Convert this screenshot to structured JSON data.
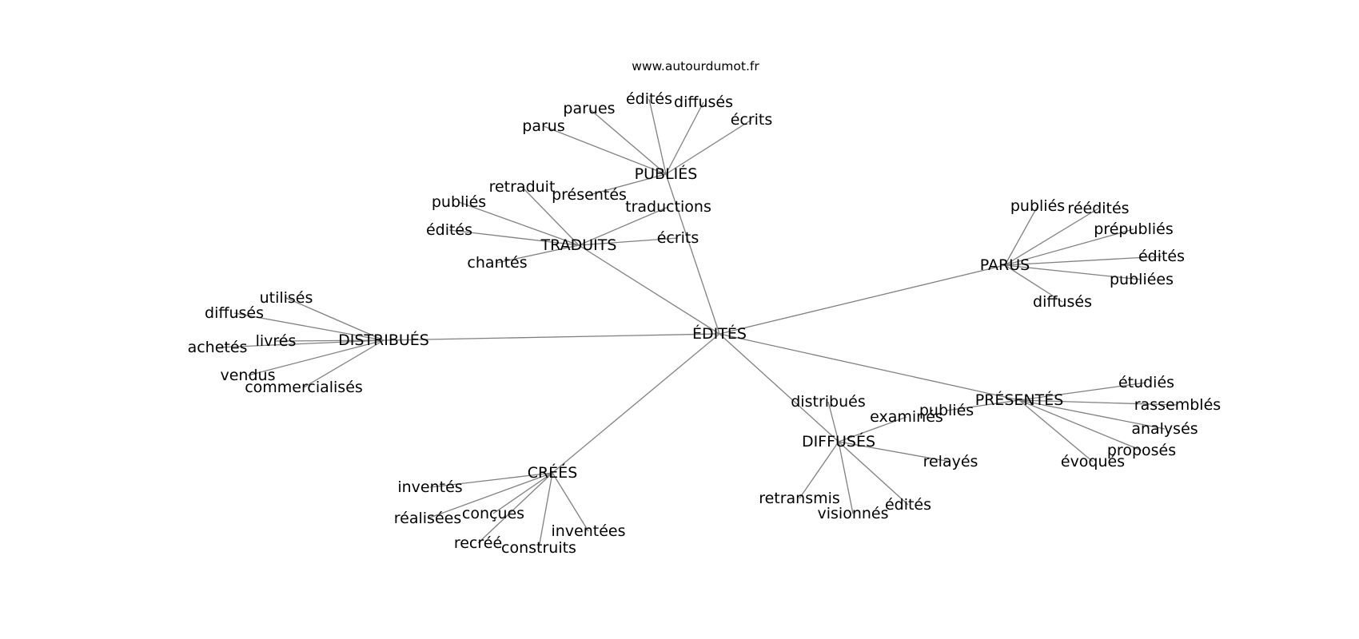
{
  "source": "www.autourdumot.fr",
  "nodes": [
    {
      "id": "edites_c",
      "label": "ÉDITÉS"
    },
    {
      "id": "publies_c",
      "label": "PUBLIÉS"
    },
    {
      "id": "traduits",
      "label": "TRADUITS"
    },
    {
      "id": "distribues_c",
      "label": "DISTRIBUÉS"
    },
    {
      "id": "parus_c",
      "label": "PARUS"
    },
    {
      "id": "presentes_c",
      "label": "PRÉSENTÉS"
    },
    {
      "id": "diffuses_c",
      "label": "DIFFUSÉS"
    },
    {
      "id": "crees",
      "label": "CRÉÉS"
    },
    {
      "id": "p_parues",
      "label": "parues"
    },
    {
      "id": "p_edites",
      "label": "édités"
    },
    {
      "id": "p_diffuses",
      "label": "diffusés"
    },
    {
      "id": "p_parus",
      "label": "parus"
    },
    {
      "id": "p_ecrits",
      "label": "écrits"
    },
    {
      "id": "p_presentes",
      "label": "présentés"
    },
    {
      "id": "t_retraduit",
      "label": "retraduit"
    },
    {
      "id": "t_publies",
      "label": "publiés"
    },
    {
      "id": "t_traductions",
      "label": "traductions"
    },
    {
      "id": "t_edites",
      "label": "édités"
    },
    {
      "id": "t_ecrits",
      "label": "écrits"
    },
    {
      "id": "t_chantes",
      "label": "chantés"
    },
    {
      "id": "d_utilises",
      "label": "utilisés"
    },
    {
      "id": "d_diffuses",
      "label": "diffusés"
    },
    {
      "id": "d_livres",
      "label": "livrés"
    },
    {
      "id": "d_achetes",
      "label": "achetés"
    },
    {
      "id": "d_vendus",
      "label": "vendus"
    },
    {
      "id": "d_commercialises",
      "label": "commercialisés"
    },
    {
      "id": "pa_publies",
      "label": "publiés"
    },
    {
      "id": "pa_reedites",
      "label": "réédités"
    },
    {
      "id": "pa_prepublies",
      "label": "prépubliés"
    },
    {
      "id": "pa_edites",
      "label": "édités"
    },
    {
      "id": "pa_publiees",
      "label": "publiées"
    },
    {
      "id": "pa_diffuses",
      "label": "diffusés"
    },
    {
      "id": "pr_etudies",
      "label": "étudiés"
    },
    {
      "id": "pr_publies",
      "label": "publiés"
    },
    {
      "id": "pr_rassembles",
      "label": "rassemblés"
    },
    {
      "id": "pr_analyses",
      "label": "analysés"
    },
    {
      "id": "pr_proposes",
      "label": "proposés"
    },
    {
      "id": "pr_evoques",
      "label": "évoqués"
    },
    {
      "id": "df_distribues",
      "label": "distribués"
    },
    {
      "id": "df_examines",
      "label": "examinés"
    },
    {
      "id": "df_relayes",
      "label": "relayés"
    },
    {
      "id": "df_retransmis",
      "label": "retransmis"
    },
    {
      "id": "df_edites",
      "label": "édités"
    },
    {
      "id": "df_visionnes",
      "label": "visionnés"
    },
    {
      "id": "c_inventes",
      "label": "inventés"
    },
    {
      "id": "c_realisees",
      "label": "réalisées"
    },
    {
      "id": "c_concues",
      "label": "conçues"
    },
    {
      "id": "c_inventees",
      "label": "inventées"
    },
    {
      "id": "c_recree",
      "label": "recréé"
    },
    {
      "id": "c_construits",
      "label": "construits"
    }
  ],
  "edges": [
    [
      "edites_c",
      "publies_c"
    ],
    [
      "edites_c",
      "traduits"
    ],
    [
      "edites_c",
      "distribues_c"
    ],
    [
      "edites_c",
      "parus_c"
    ],
    [
      "edites_c",
      "presentes_c"
    ],
    [
      "edites_c",
      "diffuses_c"
    ],
    [
      "edites_c",
      "crees"
    ],
    [
      "publies_c",
      "p_parues"
    ],
    [
      "publies_c",
      "p_edites"
    ],
    [
      "publies_c",
      "p_diffuses"
    ],
    [
      "publies_c",
      "p_parus"
    ],
    [
      "publies_c",
      "p_ecrits"
    ],
    [
      "publies_c",
      "p_presentes"
    ],
    [
      "traduits",
      "t_retraduit"
    ],
    [
      "traduits",
      "t_publies"
    ],
    [
      "traduits",
      "t_traductions"
    ],
    [
      "traduits",
      "t_edites"
    ],
    [
      "traduits",
      "t_ecrits"
    ],
    [
      "traduits",
      "t_chantes"
    ],
    [
      "distribues_c",
      "d_utilises"
    ],
    [
      "distribues_c",
      "d_diffuses"
    ],
    [
      "distribues_c",
      "d_livres"
    ],
    [
      "distribues_c",
      "d_achetes"
    ],
    [
      "distribues_c",
      "d_vendus"
    ],
    [
      "distribues_c",
      "d_commercialises"
    ],
    [
      "parus_c",
      "pa_publies"
    ],
    [
      "parus_c",
      "pa_reedites"
    ],
    [
      "parus_c",
      "pa_prepublies"
    ],
    [
      "parus_c",
      "pa_edites"
    ],
    [
      "parus_c",
      "pa_publiees"
    ],
    [
      "parus_c",
      "pa_diffuses"
    ],
    [
      "presentes_c",
      "pr_etudies"
    ],
    [
      "presentes_c",
      "pr_publies"
    ],
    [
      "presentes_c",
      "pr_rassembles"
    ],
    [
      "presentes_c",
      "pr_analyses"
    ],
    [
      "presentes_c",
      "pr_proposes"
    ],
    [
      "presentes_c",
      "pr_evoques"
    ],
    [
      "diffuses_c",
      "df_distribues"
    ],
    [
      "diffuses_c",
      "df_examines"
    ],
    [
      "diffuses_c",
      "df_relayes"
    ],
    [
      "diffuses_c",
      "df_retransmis"
    ],
    [
      "diffuses_c",
      "df_edites"
    ],
    [
      "diffuses_c",
      "df_visionnes"
    ],
    [
      "crees",
      "c_inventes"
    ],
    [
      "crees",
      "c_realisees"
    ],
    [
      "crees",
      "c_concues"
    ],
    [
      "crees",
      "c_inventees"
    ],
    [
      "crees",
      "c_recree"
    ],
    [
      "crees",
      "c_construits"
    ]
  ]
}
